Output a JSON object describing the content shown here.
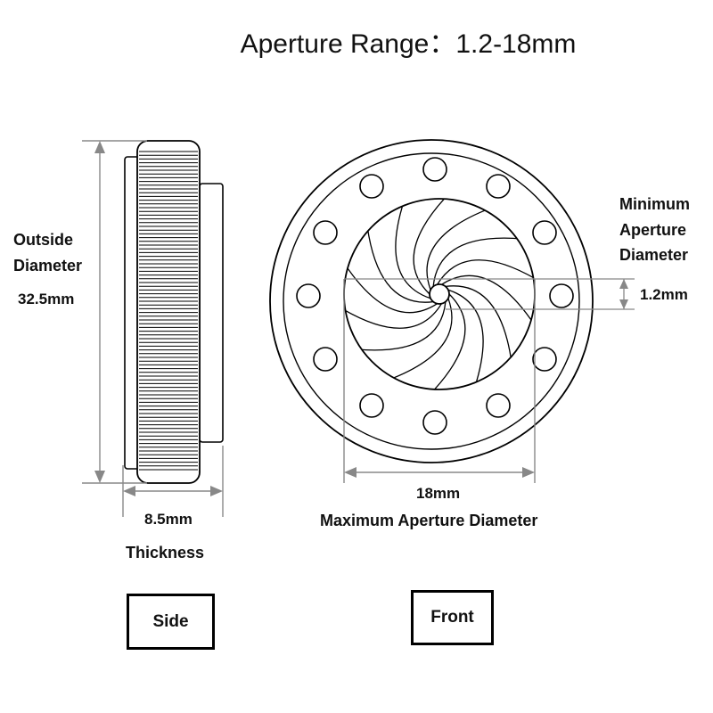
{
  "title": "Aperture Range：1.2-18mm",
  "side": {
    "outside_diameter_line1": "Outside",
    "outside_diameter_line2": "Diameter",
    "outside_diameter_value": "32.5mm",
    "thickness_value": "8.5mm",
    "thickness_label": "Thickness",
    "view_label": "Side"
  },
  "front": {
    "min_aperture_line1": "Minimum",
    "min_aperture_line2": "Aperture",
    "min_aperture_line3": "Diameter",
    "min_aperture_value": "1.2mm",
    "max_aperture_value": "18mm",
    "max_aperture_label": "Maximum Aperture Diameter",
    "view_label": "Front"
  },
  "colors": {
    "line": "#000000",
    "dimension": "#888888",
    "background": "#ffffff"
  }
}
